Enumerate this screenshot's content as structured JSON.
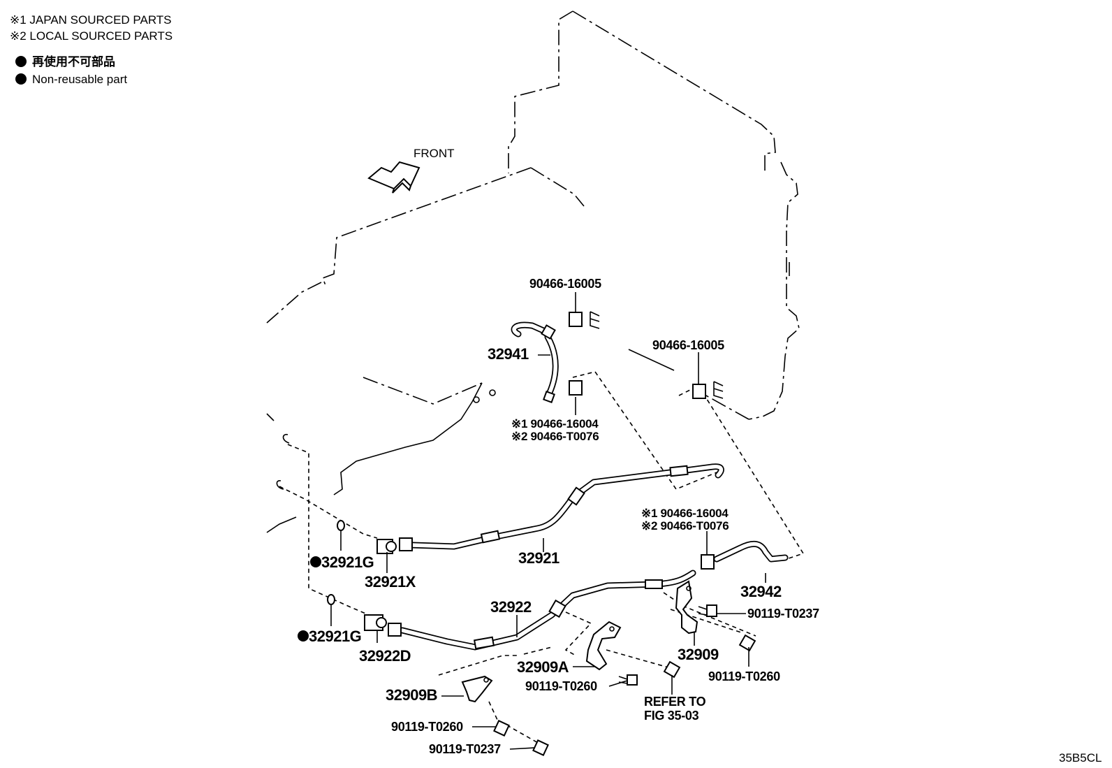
{
  "legend": {
    "note1": "※1 JAPAN SOURCED PARTS",
    "note2": "※2 LOCAL SOURCED PARTS",
    "nonreusable_jp": "再使用不可部品",
    "nonreusable_en": "Non-reusable part"
  },
  "front_label": "FRONT",
  "figure_code": "35B5CL",
  "parts": {
    "p_90466_16005_a": "90466-16005",
    "p_90466_16005_b": "90466-16005",
    "p_32941": "32941",
    "p_90466_16004_a": "※1 90466-16004",
    "p_90466_T0076_a": "※2 90466-T0076",
    "p_90466_16004_b": "※1 90466-16004",
    "p_90466_T0076_b": "※2 90466-T0076",
    "p_32921": "32921",
    "p_32921G_a": "32921G",
    "p_32921X": "32921X",
    "p_32922": "32922",
    "p_32942": "32942",
    "p_90119_T0237_a": "90119-T0237",
    "p_32909": "32909",
    "p_32921G_b": "32921G",
    "p_32922D": "32922D",
    "p_32909A": "32909A",
    "p_90119_T0260_a": "90119-T0260",
    "p_90119_T0260_b": "90119-T0260",
    "p_32909B": "32909B",
    "p_90119_T0260_c": "90119-T0260",
    "p_90119_T0237_b": "90119-T0237",
    "refer_1": "REFER TO",
    "refer_2": "FIG 35-03"
  }
}
